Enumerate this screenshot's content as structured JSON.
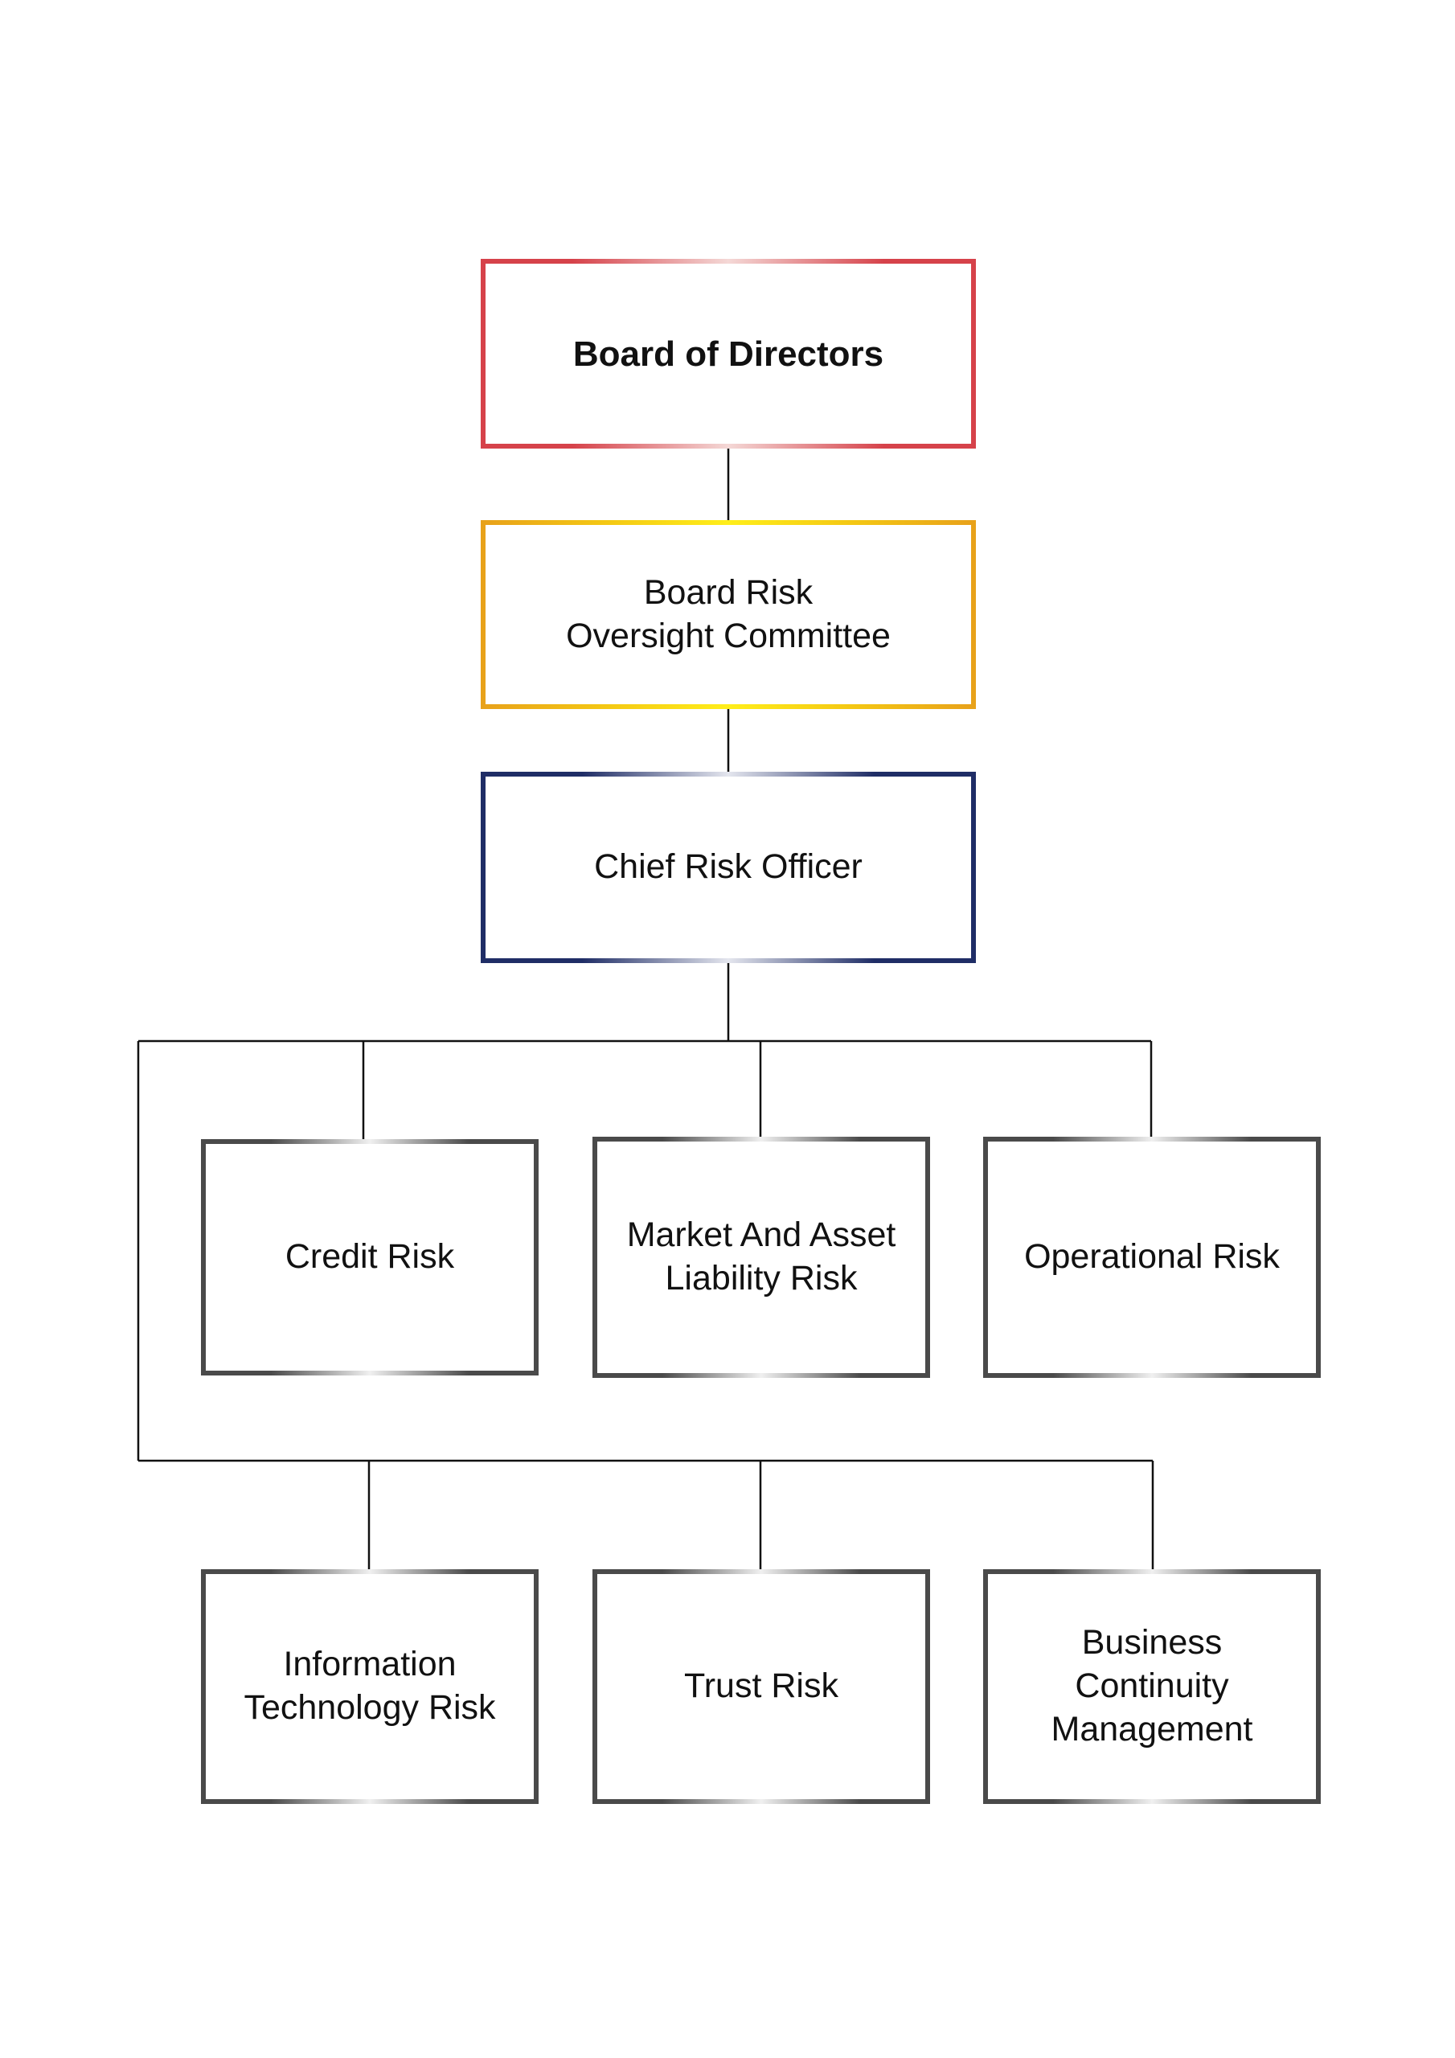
{
  "diagram": {
    "nodes": [
      {
        "id": "board-of-directors",
        "label": "Board of Directors",
        "bold": true,
        "color": "#d6424a"
      },
      {
        "id": "board-risk-oversight-committee",
        "label": "Board Risk\nOversight Committee",
        "bold": false,
        "color": "#e8a21a"
      },
      {
        "id": "chief-risk-officer",
        "label": "Chief Risk Officer",
        "bold": false,
        "color": "#1f2d66"
      },
      {
        "id": "credit-risk",
        "label": "Credit Risk",
        "bold": false,
        "color": "#4a4a4a"
      },
      {
        "id": "market-and-asset-liability-risk",
        "label": "Market And Asset\nLiability Risk",
        "bold": false,
        "color": "#4a4a4a"
      },
      {
        "id": "operational-risk",
        "label": "Operational Risk",
        "bold": false,
        "color": "#4a4a4a"
      },
      {
        "id": "information-technology-risk",
        "label": "Information\nTechnology Risk",
        "bold": false,
        "color": "#4a4a4a"
      },
      {
        "id": "trust-risk",
        "label": "Trust Risk",
        "bold": false,
        "color": "#4a4a4a"
      },
      {
        "id": "business-continuity-management",
        "label": "Business\nContinuity\nManagement",
        "bold": false,
        "color": "#4a4a4a"
      }
    ],
    "edges": [
      {
        "from": "board-of-directors",
        "to": "board-risk-oversight-committee"
      },
      {
        "from": "board-risk-oversight-committee",
        "to": "chief-risk-officer"
      },
      {
        "from": "chief-risk-officer",
        "to": "credit-risk"
      },
      {
        "from": "chief-risk-officer",
        "to": "market-and-asset-liability-risk"
      },
      {
        "from": "chief-risk-officer",
        "to": "operational-risk"
      },
      {
        "from": "chief-risk-officer",
        "to": "information-technology-risk"
      },
      {
        "from": "chief-risk-officer",
        "to": "trust-risk"
      },
      {
        "from": "chief-risk-officer",
        "to": "business-continuity-management"
      }
    ]
  }
}
